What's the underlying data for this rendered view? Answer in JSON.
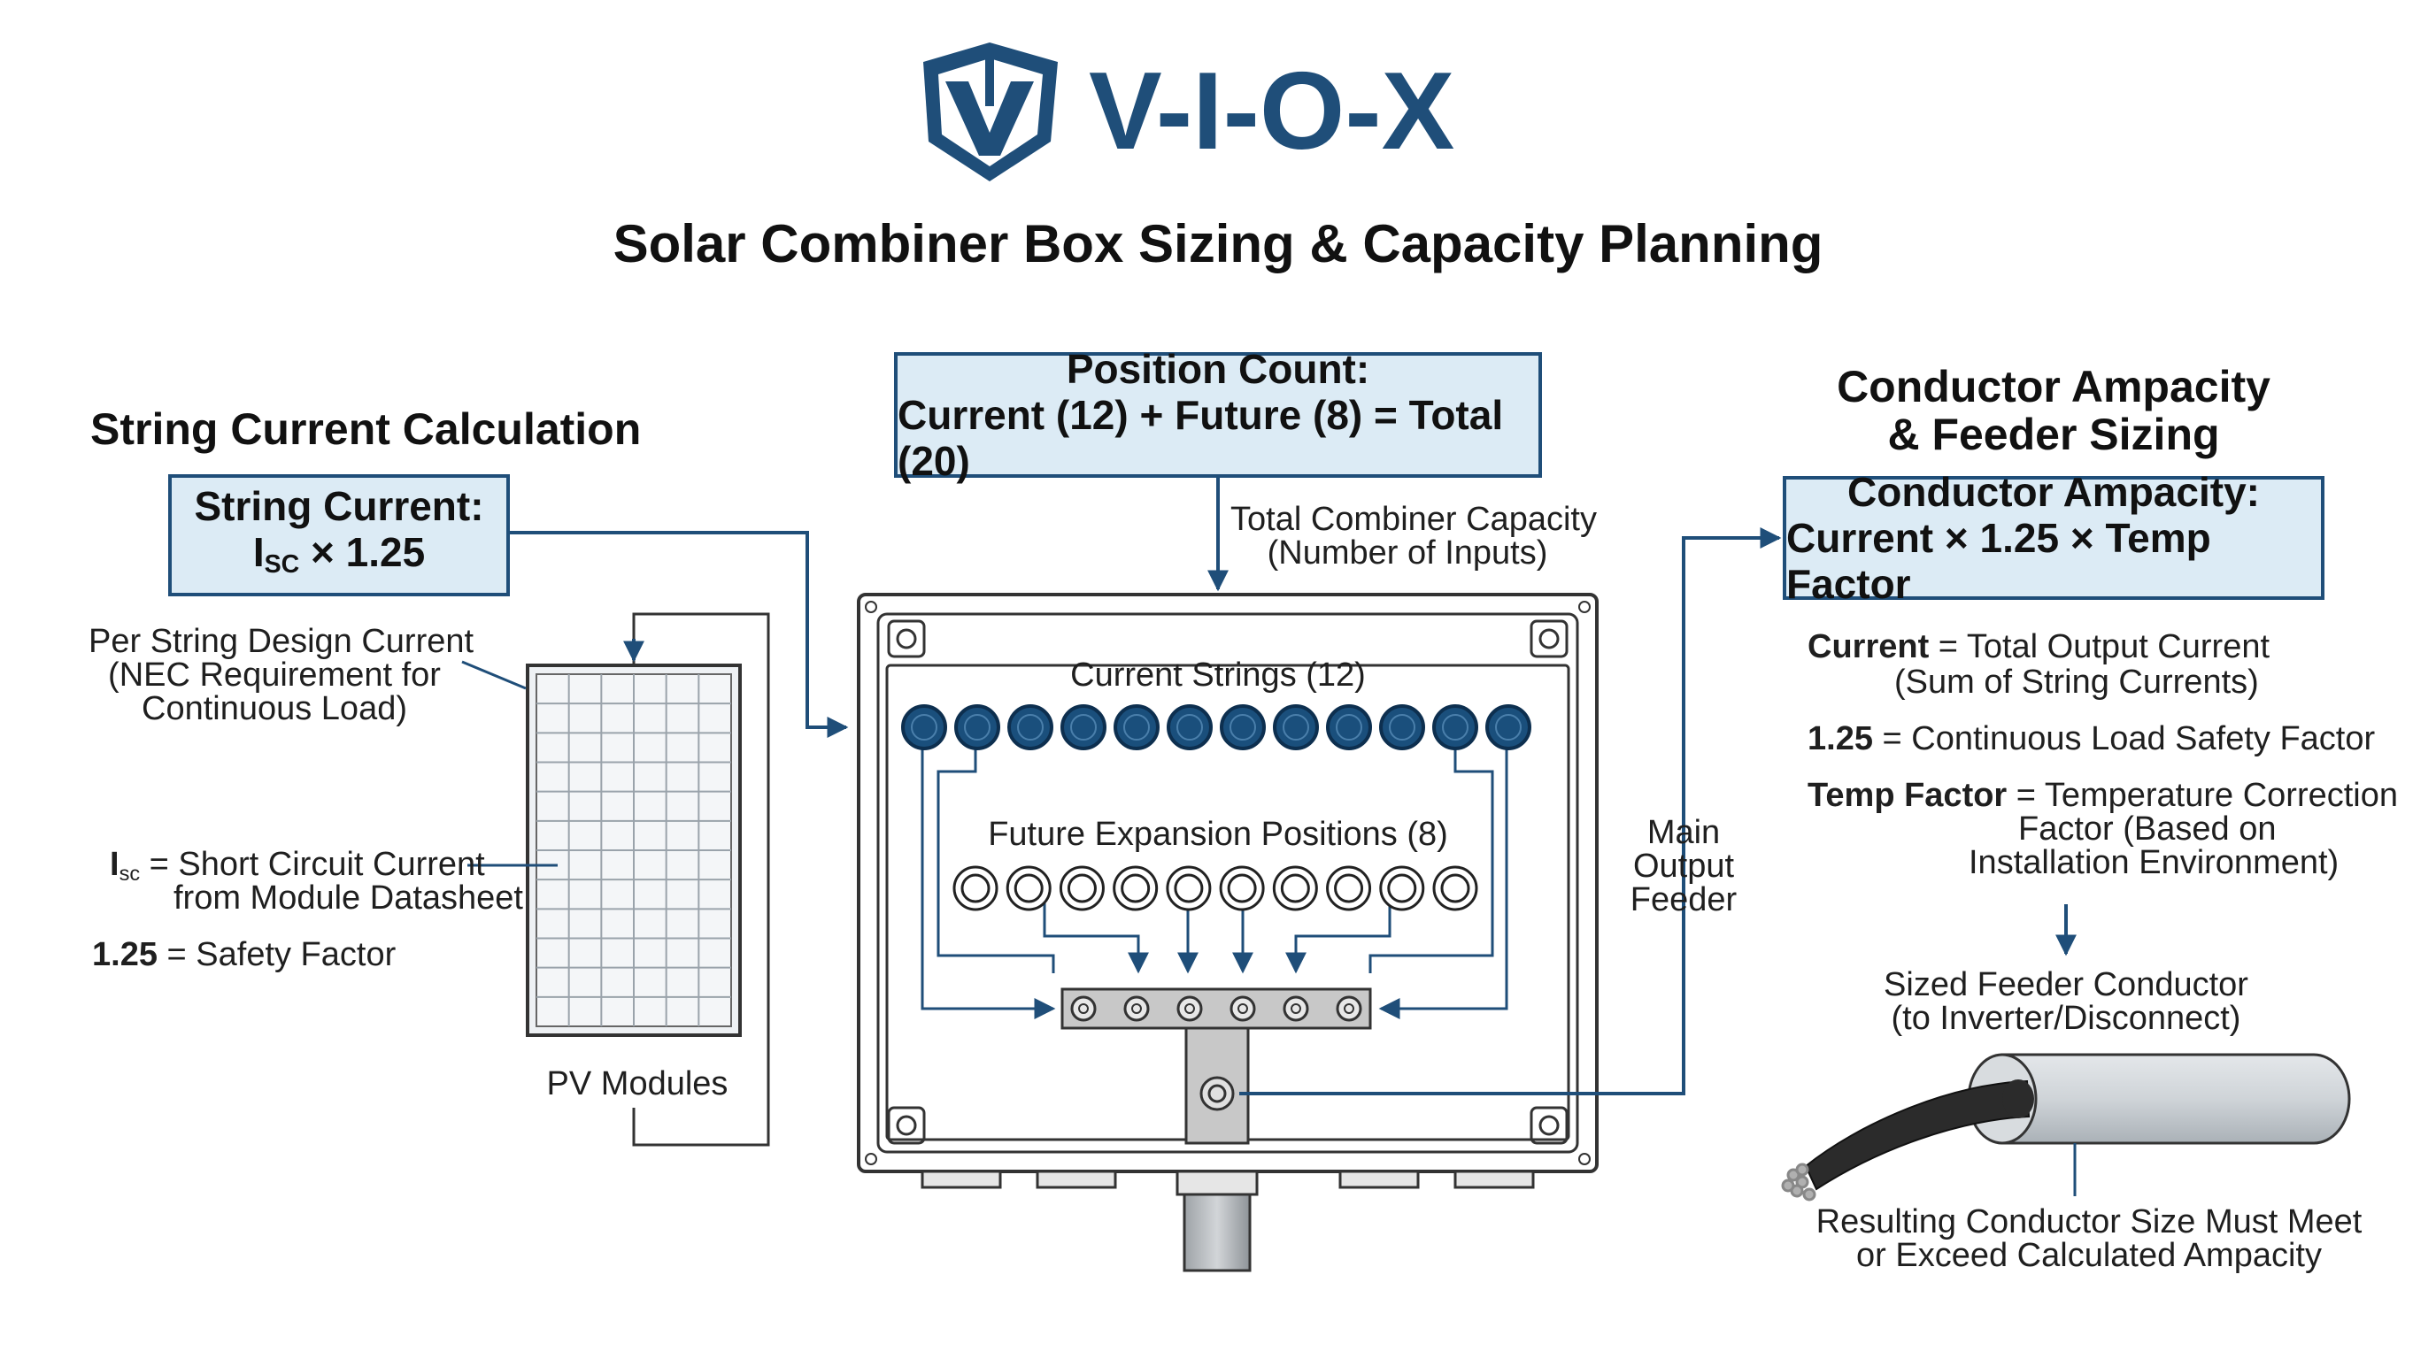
{
  "brand": {
    "name": "V-I-O-X",
    "color": "#1f4e79"
  },
  "title": "Solar Combiner Box Sizing & Capacity Planning",
  "left": {
    "heading": "String Current Calculation",
    "formula_label": "String Current:",
    "formula_base": "I",
    "formula_sub": "SC",
    "formula_rest": " × 1.25",
    "design_note": [
      "Per String Design Current",
      "(NEC Requirement for",
      "Continuous Load)"
    ],
    "isc_sym": "I",
    "isc_sub": "sc",
    "isc_text": " = Short Circuit Current",
    "isc_text2": "from Module Datasheet",
    "safety_term": "1.25",
    "safety_text": " = Safety Factor",
    "modules_label": "PV Modules"
  },
  "center": {
    "box_line1": "Position Count:",
    "box_line2": "Current (12) + Future (8) = Total (20)",
    "capacity_note": [
      "Total Combiner Capacity",
      "(Number of Inputs)"
    ],
    "current_strings_label": "Current Strings (12)",
    "future_label": "Future Expansion Positions (8)",
    "current_count": 12,
    "future_count": 10,
    "feeder_label": [
      "Main",
      "Output",
      "Feeder"
    ]
  },
  "right": {
    "heading": [
      "Conductor Ampacity",
      "& Feeder Sizing"
    ],
    "box_line1": "Conductor Ampacity:",
    "box_line2": "Current × 1.25 × Temp Factor",
    "def_current_term": "Current",
    "def_current_text": " = Total Output Current",
    "def_current_text2": "(Sum of String Currents)",
    "def_factor_term": "1.25",
    "def_factor_text": " = Continuous Load Safety Factor",
    "def_temp_term": "Temp Factor",
    "def_temp_text": " = Temperature Correction",
    "def_temp_text2": "Factor (Based on",
    "def_temp_text3": "Installation Environment)",
    "sized_label": [
      "Sized Feeder Conductor",
      "(to Inverter/Disconnect)"
    ],
    "result_label": [
      "Resulting Conductor Size Must Meet",
      "or Exceed Calculated Ampacity"
    ]
  },
  "colors": {
    "navy": "#1f4e79",
    "box_fill": "#dcebf5",
    "terminal_fill": "#1a4f7c",
    "busbar": "#c8c8c8",
    "enclosure": "#333333"
  }
}
